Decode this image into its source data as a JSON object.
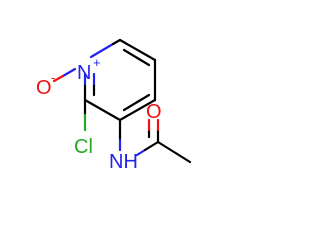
{
  "atoms": {
    "n_oxide": {
      "symbol": "N",
      "charge": "+"
    },
    "o_oxide": {
      "symbol": "O",
      "charge": "-"
    },
    "chlorine": {
      "symbol": "Cl"
    },
    "amide_nh": {
      "symbol": "NH"
    },
    "carbonyl_o": {
      "symbol": "O"
    }
  },
  "colors": {
    "carbon_bond": "#000000",
    "nitrogen": "#2222ee",
    "oxygen": "#ee1111",
    "chlorine": "#22aa22",
    "background": "#ffffff"
  }
}
